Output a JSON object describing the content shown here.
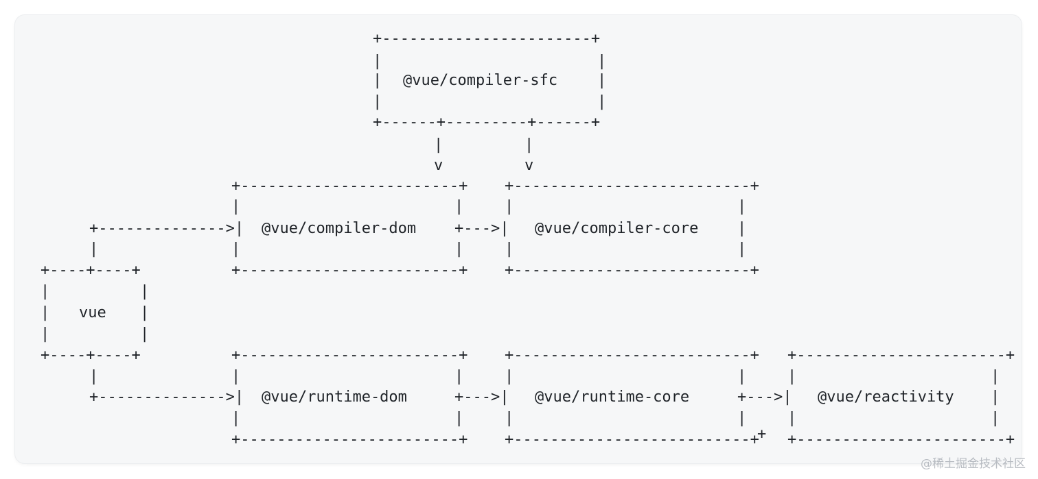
{
  "diagram": {
    "nodes": [
      {
        "id": "compiler-sfc",
        "label": "@vue/compiler-sfc"
      },
      {
        "id": "compiler-dom",
        "label": "@vue/compiler-dom"
      },
      {
        "id": "compiler-core",
        "label": "@vue/compiler-core"
      },
      {
        "id": "vue",
        "label": "vue"
      },
      {
        "id": "runtime-dom",
        "label": "@vue/runtime-dom"
      },
      {
        "id": "runtime-core",
        "label": "@vue/runtime-core"
      },
      {
        "id": "reactivity",
        "label": "@vue/reactivity"
      }
    ],
    "edges": [
      {
        "from": "compiler-sfc",
        "to": "compiler-dom"
      },
      {
        "from": "compiler-sfc",
        "to": "compiler-core"
      },
      {
        "from": "vue",
        "to": "compiler-dom"
      },
      {
        "from": "compiler-dom",
        "to": "compiler-core"
      },
      {
        "from": "vue",
        "to": "runtime-dom"
      },
      {
        "from": "runtime-dom",
        "to": "runtime-core"
      },
      {
        "from": "runtime-core",
        "to": "reactivity"
      }
    ]
  },
  "watermark": "@稀土掘金技术社区"
}
